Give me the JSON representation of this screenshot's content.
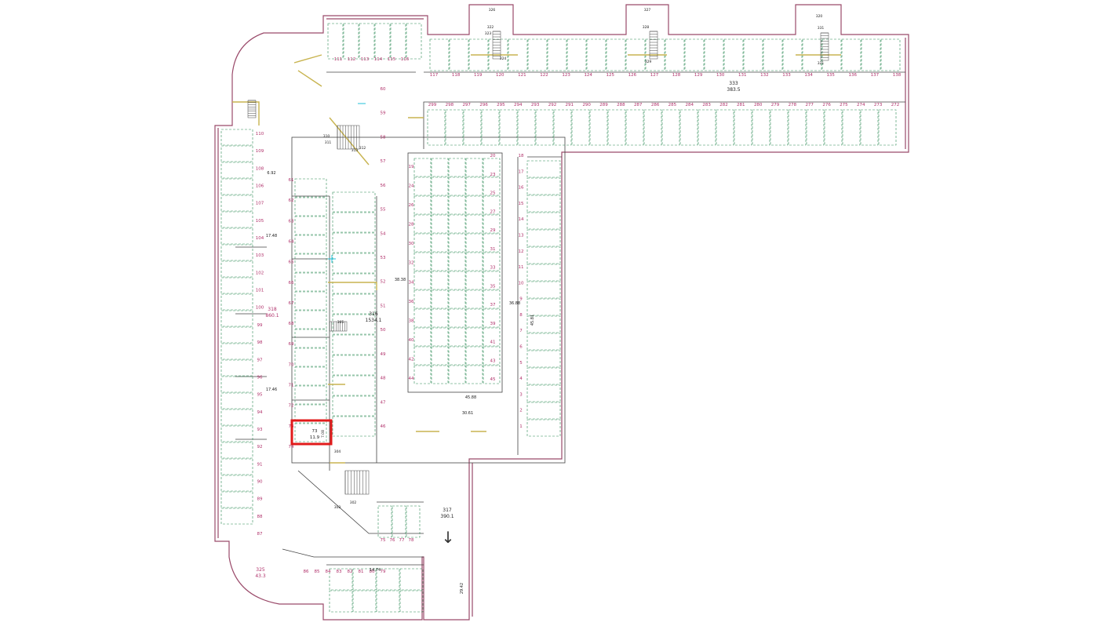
{
  "colors": {
    "wall": "#9a4a6a",
    "inner": "#444444",
    "dash": "#2e8b57",
    "accent": "#c8b450",
    "label_red": "#b0306a",
    "label_dark": "#222222",
    "selection": "#e11b1b",
    "cyan_mark": "#22c0d8"
  },
  "sections": {
    "big_area_center": {
      "no": "316",
      "area": "1534.1"
    },
    "big_area_left": {
      "no": "318",
      "area": "860.1"
    },
    "big_area_top": {
      "no": "333",
      "area": "383.5"
    },
    "big_area_bottom": {
      "no": "317",
      "area": "390.1"
    },
    "corner_room": {
      "no": "325",
      "area": "43.3"
    }
  },
  "dims": {
    "center_h": "38.38",
    "center_v": "36.88",
    "bottom_w": "45.88",
    "bottom_w2": "30.61",
    "left_h": "17.48",
    "left_w": "6.92",
    "ramp": "29.42",
    "right_col": "45.81",
    "ramp2": "17.46",
    "bottom_left": "14.74"
  },
  "selected_space": {
    "no": "73",
    "area": "11.9",
    "width": "7.08"
  },
  "label_groups": {
    "top_row": [
      "117",
      "118",
      "119",
      "120",
      "121",
      "122",
      "123",
      "124",
      "125",
      "126",
      "127",
      "128",
      "129",
      "130",
      "131",
      "132",
      "133",
      "134",
      "135",
      "136",
      "137",
      "138"
    ],
    "upper_right_row": [
      "299",
      "298",
      "297",
      "296",
      "295",
      "294",
      "293",
      "292",
      "291",
      "290",
      "289",
      "288",
      "287",
      "286",
      "285",
      "284",
      "283",
      "282",
      "281",
      "280",
      "279",
      "278",
      "277",
      "276",
      "275",
      "274",
      "273",
      "272"
    ],
    "left_column": [
      "110",
      "109",
      "108",
      "106",
      "107",
      "105",
      "104",
      "103",
      "102",
      "101",
      "100",
      "99",
      "98",
      "97",
      "96",
      "95",
      "94",
      "93",
      "92",
      "91",
      "90",
      "89",
      "88",
      "87"
    ],
    "center_left_numbers": [
      "19",
      "24",
      "26",
      "28",
      "30",
      "32",
      "34",
      "36",
      "38",
      "40",
      "42",
      "44"
    ],
    "center_right_numbers": [
      "20",
      "23",
      "25",
      "27",
      "29",
      "31",
      "33",
      "35",
      "37",
      "39",
      "41",
      "43",
      "45"
    ],
    "right_column_numbers": [
      "18",
      "17",
      "16",
      "15",
      "14",
      "13",
      "12",
      "11",
      "10",
      "9",
      "8",
      "7",
      "6",
      "5",
      "4",
      "3",
      "2",
      "1"
    ],
    "inner_left_numbers": [
      "61",
      "62",
      "63",
      "64",
      "65",
      "66",
      "67",
      "68",
      "69",
      "70",
      "71",
      "72",
      "73",
      "74"
    ],
    "inner_mid_numbers": [
      "60",
      "59",
      "58",
      "57",
      "56",
      "55",
      "54",
      "53",
      "52",
      "51",
      "50",
      "49",
      "48",
      "47",
      "46"
    ],
    "bottom_numbers": [
      "75",
      "76",
      "77",
      "78",
      "79",
      "80",
      "81",
      "82",
      "83",
      "84",
      "85",
      "86"
    ],
    "top_left_numbers": [
      "111",
      "112",
      "113",
      "114",
      "115",
      "116"
    ],
    "stair_labels": [
      "310",
      "311",
      "312",
      "313",
      "322",
      "323",
      "324",
      "328",
      "329",
      "331",
      "320",
      "321",
      "305",
      "304",
      "303",
      "302",
      "326",
      "327"
    ]
  },
  "arrow": "↓"
}
